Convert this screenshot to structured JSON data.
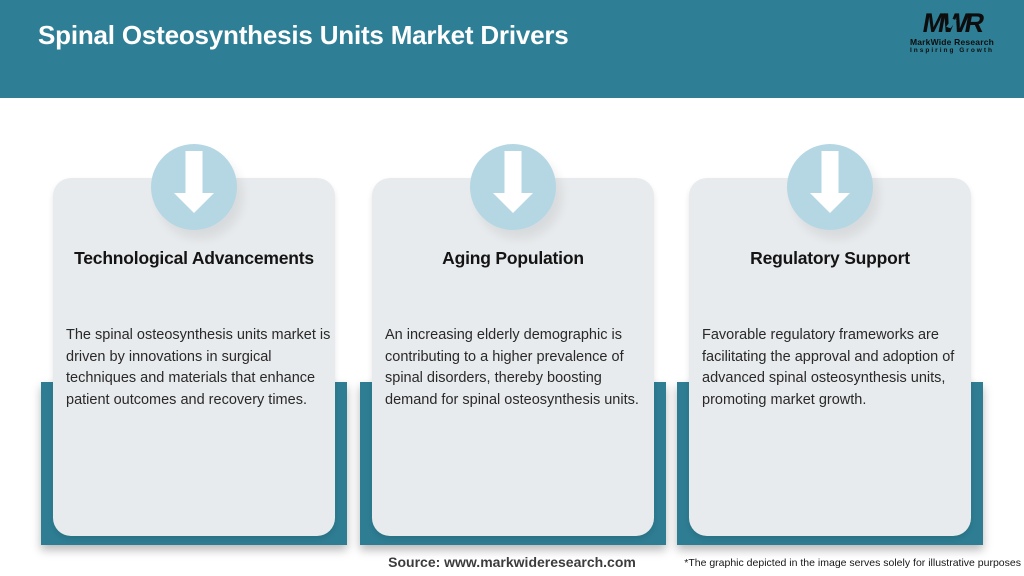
{
  "header": {
    "title": "Spinal Osteosynthesis Units Market Drivers",
    "logo": {
      "acronym": "MWR",
      "name": "MarkWide Research",
      "tagline": "Inspiring Growth"
    }
  },
  "cards": [
    {
      "title": "Technological Advancements",
      "icon": "down-arrow-icon",
      "description_lines": [
        "The spinal osteosynthesis units market is",
        "driven by innovations in surgical",
        "techniques and materials that enhance",
        "patient outcomes and recovery times."
      ]
    },
    {
      "title": "Aging Population",
      "icon": "down-arrow-icon",
      "description_lines": [
        "An increasing elderly demographic is",
        "contributing to a higher prevalence of",
        "spinal disorders, thereby boosting",
        "demand for spinal osteosynthesis units."
      ]
    },
    {
      "title": "Regulatory Support",
      "icon": "down-arrow-icon",
      "description_lines": [
        "Favorable regulatory frameworks are",
        "facilitating the approval and adoption of",
        "advanced spinal osteosynthesis units,",
        "promoting market growth."
      ]
    }
  ],
  "footer": {
    "source": "Source: www.markwideresearch.com",
    "disclaimer": "*The graphic depicted in the image serves solely for illustrative purposes"
  },
  "colors": {
    "header_teal": "#2e7f96",
    "ribbon_teal": "#2e7d93",
    "card_gray": "#e8ebed",
    "badge_blue": "#b5d7e3",
    "title_white": "#ffffff"
  }
}
